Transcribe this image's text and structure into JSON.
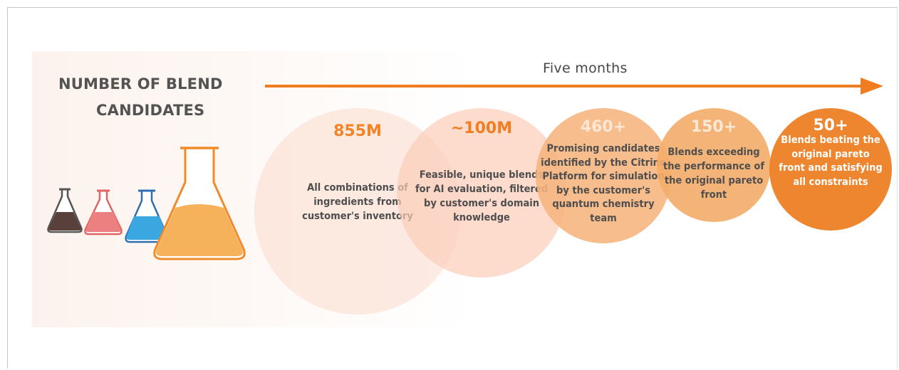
{
  "title": {
    "line1": "NUMBER OF BLEND",
    "line2": "CANDIDATES"
  },
  "timeline": {
    "label": "Five months",
    "color": "#f07d1f"
  },
  "stages": [
    {
      "value": "855M",
      "description": "All combinations of ingredients from customer's inventory"
    },
    {
      "value": "~100M",
      "description": "Feasible, unique blends for AI evaluation, filtered by customer's domain knowledge"
    },
    {
      "value": "460+",
      "description": "Promising candidates identified by the Citrine Platform for simulation by the customer's quantum chemistry team"
    },
    {
      "value": "150+",
      "description": "Blends exceeding the performance of the original pareto front"
    },
    {
      "value": "50+",
      "description": "Blends beating the original pareto front and satisfying all constraints"
    }
  ],
  "flasks": [
    "flask-dark-icon",
    "flask-red-icon",
    "flask-blue-icon",
    "flask-orange-icon"
  ],
  "colors": {
    "accent": "#f07d1f",
    "text": "#4e4e4e"
  }
}
